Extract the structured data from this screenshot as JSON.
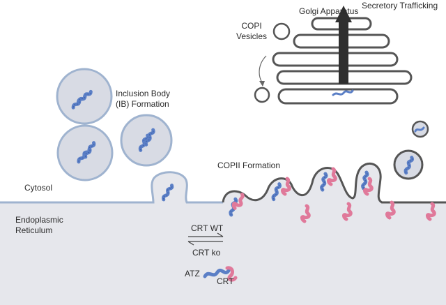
{
  "labels": {
    "golgi": "Golgi Apparatus",
    "secretory": "Secretory Trafficking",
    "copi": "COPI\nVesicles",
    "inclusion": "Inclusion Body\n(IB) Formation",
    "cytosol": "Cytosol",
    "copii": "COPII Formation",
    "er": "Endoplasmic\nReticulum",
    "crt_wt": "CRT WT",
    "crt_ko": "CRT ko",
    "atz": "ATZ",
    "crt": "CRT"
  },
  "colors": {
    "er_fill": "#e6e7ec",
    "membrane_blue": "#9fb3cf",
    "membrane_dark": "#555555",
    "vesicle_fill": "#d8dbe4",
    "atz_blue": "#5b7fc6",
    "crt_pink": "#e0799a",
    "arrow": "#2f2f2f"
  },
  "icons": [
    "atz-protein-icon",
    "crt-protein-icon",
    "secretory-arrow-icon",
    "equilibrium-arrows-icon"
  ]
}
